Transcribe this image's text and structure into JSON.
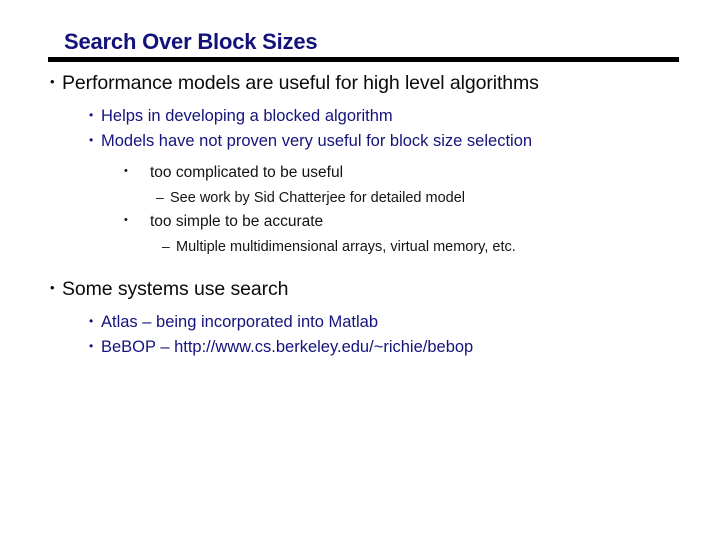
{
  "slide": {
    "title": "Search Over Block Sizes",
    "title_color": "#13117a",
    "rule_color": "#000000",
    "background_color": "#ffffff",
    "level1_color": "#0b0b0b",
    "level2_color": "#15137c",
    "level3_color": "#121212",
    "level4_color": "#141414",
    "bullet_glyph": "•",
    "dash_glyph": "–",
    "content": [
      {
        "level": 1,
        "marker": "•",
        "text": "Performance models are useful for high level algorithms"
      },
      {
        "level": 2,
        "marker": "•",
        "text": "Helps in developing a blocked algorithm"
      },
      {
        "level": 2,
        "marker": "•",
        "text": "Models have not proven very useful for block size selection"
      },
      {
        "level": 3,
        "marker": "•",
        "text": "too complicated to be useful"
      },
      {
        "level": 4,
        "marker": "–",
        "text": "See work by Sid Chatterjee for detailed model"
      },
      {
        "level": 3,
        "marker": "•",
        "text": "too simple to be accurate"
      },
      {
        "level": 4,
        "marker": "–",
        "text": "Multiple multidimensional arrays, virtual memory, etc."
      },
      {
        "level": 1,
        "marker": "•",
        "text": "Some systems use search"
      },
      {
        "level": 2,
        "marker": "•",
        "text": "Atlas – being incorporated into Matlab"
      },
      {
        "level": 2,
        "marker": "•",
        "text": "BeBOP – http://www.cs.berkeley.edu/~richie/bebop"
      }
    ]
  }
}
